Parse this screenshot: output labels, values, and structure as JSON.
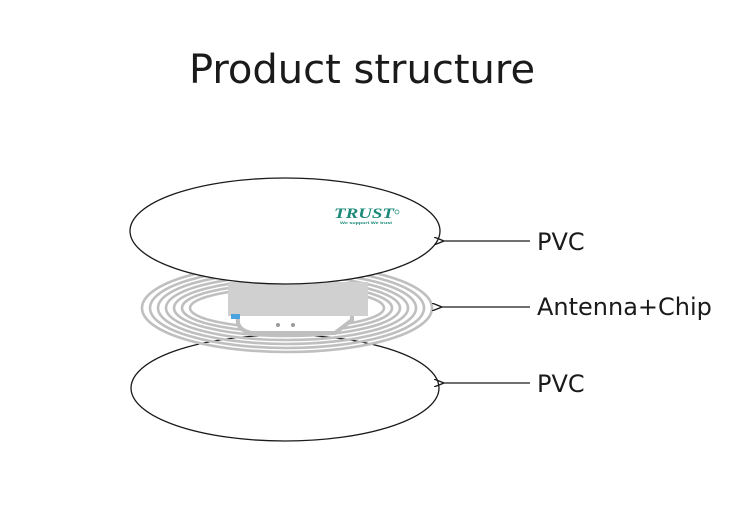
{
  "title": "Product structure",
  "layers": [
    {
      "label": "PVC"
    },
    {
      "label": "Antenna+Chip"
    },
    {
      "label": "PVC"
    }
  ],
  "logo": {
    "text": "TRUST",
    "tagline": "We support  We trust",
    "color": "#1b8a78"
  },
  "colors": {
    "outline": "#1a1a1a",
    "antenna": "#bfbfbf",
    "chip": "#d0d0d0",
    "chip_marker": "#4aa3df"
  }
}
